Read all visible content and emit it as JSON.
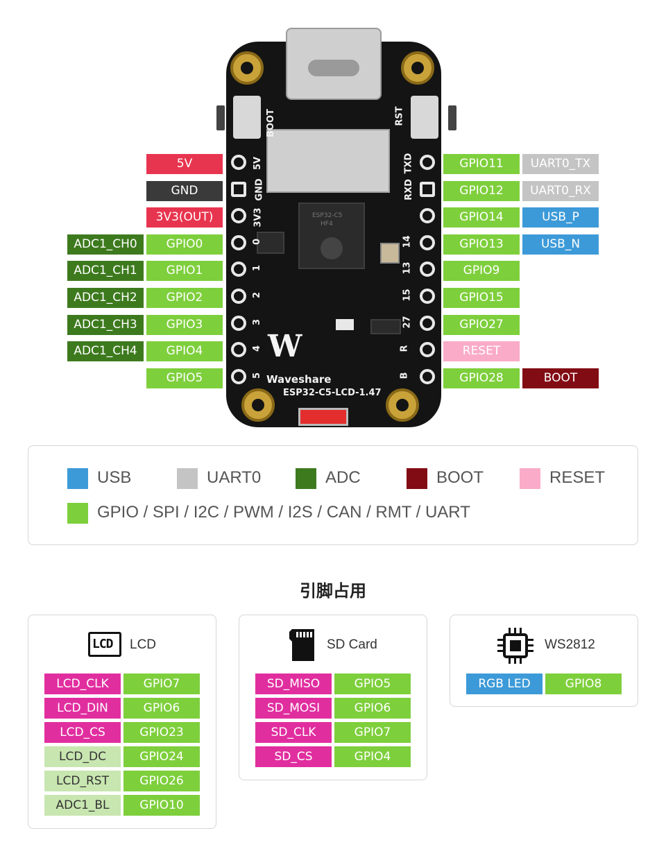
{
  "colors": {
    "usb": "#3d9ad8",
    "uart0": "#c4c4c4",
    "adc": "#3d7a1e",
    "boot": "#820c14",
    "reset": "#f9abc8",
    "gpio": "#7ecf3c",
    "power5v": "#e8354f",
    "gnd": "#3a3a3a",
    "v33": "#e8354f",
    "lcd_pink": "#e12e9f",
    "lcd_light": "#c8e6b0",
    "rgb_blue": "#3d9ad8"
  },
  "board": {
    "silkscreen": {
      "boot": "BOOT",
      "rst": "RST",
      "v5": "5V",
      "gnd": "GND",
      "v33": "3V3",
      "txd": "TXD",
      "rxd": "RXD",
      "left_nums": [
        "0",
        "1",
        "2",
        "3",
        "4",
        "5"
      ],
      "right_nums": [
        "14",
        "13",
        "15",
        "27",
        "R",
        "B"
      ],
      "brand": "Waveshare",
      "model": "ESP32-C5-LCD-1.47",
      "chip_line1": "ESP32-C5",
      "chip_line2": "HF4"
    }
  },
  "left_pins": [
    {
      "extra": "",
      "label": "5V",
      "kind": "power5v"
    },
    {
      "extra": "",
      "label": "GND",
      "kind": "gnd"
    },
    {
      "extra": "",
      "label": "3V3(OUT)",
      "kind": "v33"
    },
    {
      "extra": "ADC1_CH0",
      "label": "GPIO0",
      "kind": "gpio"
    },
    {
      "extra": "ADC1_CH1",
      "label": "GPIO1",
      "kind": "gpio"
    },
    {
      "extra": "ADC1_CH2",
      "label": "GPIO2",
      "kind": "gpio"
    },
    {
      "extra": "ADC1_CH3",
      "label": "GPIO3",
      "kind": "gpio"
    },
    {
      "extra": "ADC1_CH4",
      "label": "GPIO4",
      "kind": "gpio"
    },
    {
      "extra": "",
      "label": "GPIO5",
      "kind": "gpio"
    }
  ],
  "right_pins": [
    {
      "label": "GPIO11",
      "kind": "gpio",
      "extra": "UART0_TX",
      "extra_kind": "uart0"
    },
    {
      "label": "GPIO12",
      "kind": "gpio",
      "extra": "UART0_RX",
      "extra_kind": "uart0"
    },
    {
      "label": "GPIO14",
      "kind": "gpio",
      "extra": "USB_P",
      "extra_kind": "usb"
    },
    {
      "label": "GPIO13",
      "kind": "gpio",
      "extra": "USB_N",
      "extra_kind": "usb"
    },
    {
      "label": "GPIO9",
      "kind": "gpio",
      "extra": "",
      "extra_kind": ""
    },
    {
      "label": "GPIO15",
      "kind": "gpio",
      "extra": "",
      "extra_kind": ""
    },
    {
      "label": "GPIO27",
      "kind": "gpio",
      "extra": "",
      "extra_kind": ""
    },
    {
      "label": "RESET",
      "kind": "reset",
      "extra": "",
      "extra_kind": ""
    },
    {
      "label": "GPIO28",
      "kind": "gpio",
      "extra": "BOOT",
      "extra_kind": "boot"
    }
  ],
  "legend": {
    "items": [
      {
        "label": "USB",
        "kind": "usb"
      },
      {
        "label": "UART0",
        "kind": "uart0"
      },
      {
        "label": "ADC",
        "kind": "adc"
      },
      {
        "label": "BOOT",
        "kind": "boot"
      },
      {
        "label": "RESET",
        "kind": "reset"
      }
    ],
    "gpio_label": "GPIO  /  SPI  /  I2C  /  PWM  /  I2S  /  CAN  /  RMT  /  UART"
  },
  "section_title": "引脚占用",
  "lcd_card": {
    "icon_text": "LCD",
    "title": "LCD",
    "rows": [
      {
        "name": "LCD_CLK",
        "gpio": "GPIO7",
        "style": "pink"
      },
      {
        "name": "LCD_DIN",
        "gpio": "GPIO6",
        "style": "pink"
      },
      {
        "name": "LCD_CS",
        "gpio": "GPIO23",
        "style": "pink"
      },
      {
        "name": "LCD_DC",
        "gpio": "GPIO24",
        "style": "light"
      },
      {
        "name": "LCD_RST",
        "gpio": "GPIO26",
        "style": "light"
      },
      {
        "name": "ADC1_BL",
        "gpio": "GPIO10",
        "style": "light"
      }
    ]
  },
  "sd_card": {
    "title": "SD Card",
    "rows": [
      {
        "name": "SD_MISO",
        "gpio": "GPIO5"
      },
      {
        "name": "SD_MOSI",
        "gpio": "GPIO6"
      },
      {
        "name": "SD_CLK",
        "gpio": "GPIO7"
      },
      {
        "name": "SD_CS",
        "gpio": "GPIO4"
      }
    ]
  },
  "ws_card": {
    "title": "WS2812",
    "rows": [
      {
        "name": "RGB LED",
        "gpio": "GPIO8"
      }
    ]
  }
}
